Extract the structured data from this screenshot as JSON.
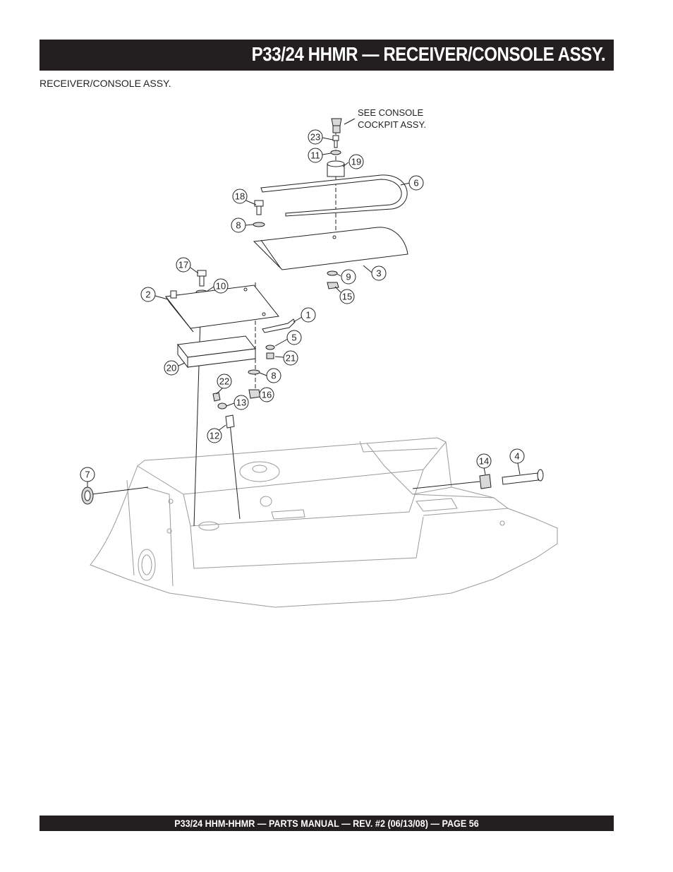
{
  "header": {
    "title": "P33/24 HHMR — RECEIVER/CONSOLE ASSY."
  },
  "subtitle": "RECEIVER/CONSOLE ASSY.",
  "diagram": {
    "note_line1": "SEE CONSOLE",
    "note_line2": "COCKPIT ASSY.",
    "callouts": [
      "23",
      "11",
      "19",
      "6",
      "18",
      "8",
      "3",
      "9",
      "15",
      "17",
      "10",
      "2",
      "1",
      "5",
      "21",
      "20",
      "8",
      "16",
      "22",
      "13",
      "12",
      "7",
      "14",
      "4"
    ]
  },
  "footer": {
    "text": "P33/24 HHM-HHMR — PARTS MANUAL — REV. #2 (06/13/08) — PAGE 56"
  }
}
